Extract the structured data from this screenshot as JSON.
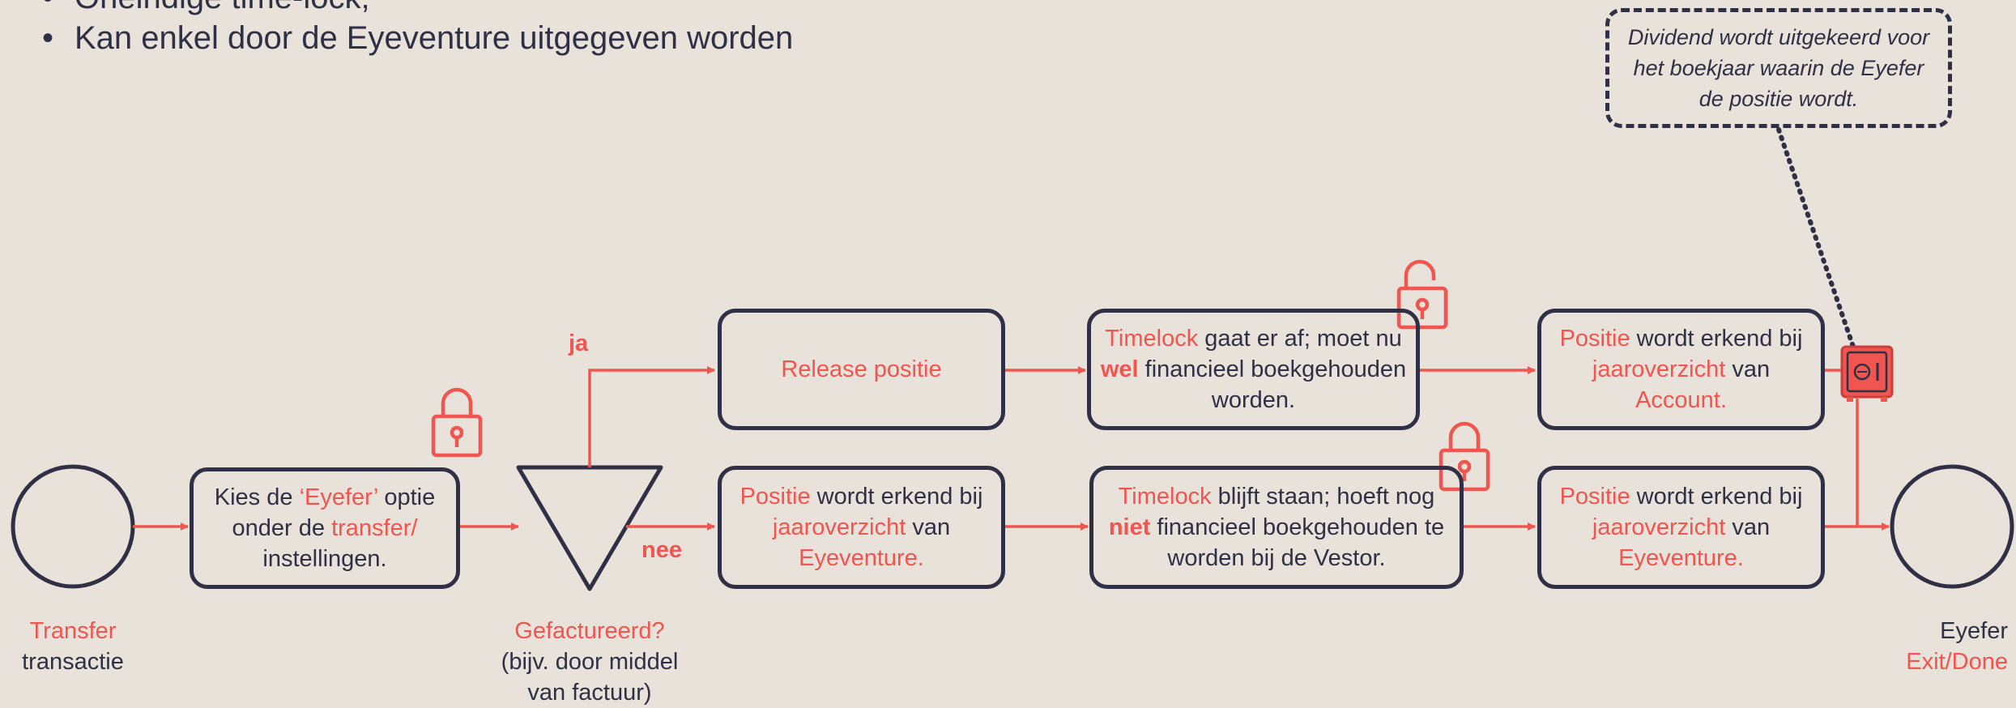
{
  "bullets": [
    "Oneindige time-lock;",
    "Kan enkel door de Eyeventure uitgegeven worden"
  ],
  "note": "Dividend wordt uitgekeerd voor het boekjaar waarin de Eyefer de positie wordt.",
  "start": {
    "line1": "Transfer",
    "line2": "transactie"
  },
  "end": {
    "line1": "Eyefer",
    "line2": "Exit/Done"
  },
  "decision": {
    "line1": "Gefactureerd?",
    "line2": "(bijv. door middel",
    "line3": "van factuur)"
  },
  "branch_yes": "ja",
  "branch_no": "nee",
  "box_select": {
    "t1": "Kies de ",
    "a1": "‘Eyefer’",
    "t2": " optie onder de ",
    "a2": "transfer/",
    "t3": " instellingen."
  },
  "box_release": "Release positie",
  "box_tl_off": {
    "a1": "Timelock",
    "t1": " gaat er af; moet nu ",
    "b1": "wel",
    "t2": " financieel boekgehouden worden."
  },
  "box_acc": {
    "a1": "Positie",
    "t1": " wordt erkend bij ",
    "a2": "jaaroverzicht",
    "t2": " van ",
    "a3": "Account."
  },
  "box_ev1": {
    "a1": "Positie",
    "t1": " wordt erkend bij ",
    "a2": "jaaroverzicht",
    "t2": " van ",
    "a3": "Eyeventure."
  },
  "box_tl_on": {
    "a1": "Timelock",
    "t1": " blijft staan; hoeft nog ",
    "b1": "niet",
    "t2": " financieel boekgehouden te worden bij de Vestor."
  },
  "box_ev2": {
    "a1": "Positie",
    "t1": " wordt erkend bij ",
    "a2": "jaaroverzicht",
    "t2": " van ",
    "a3": "Eyeventure."
  },
  "colors": {
    "accent": "#f0564f",
    "ink": "#2f2f45",
    "background": "#e8e2da"
  },
  "icons": [
    "lock-closed-icon",
    "lock-open-icon",
    "lock-closed-icon",
    "safe-icon"
  ]
}
